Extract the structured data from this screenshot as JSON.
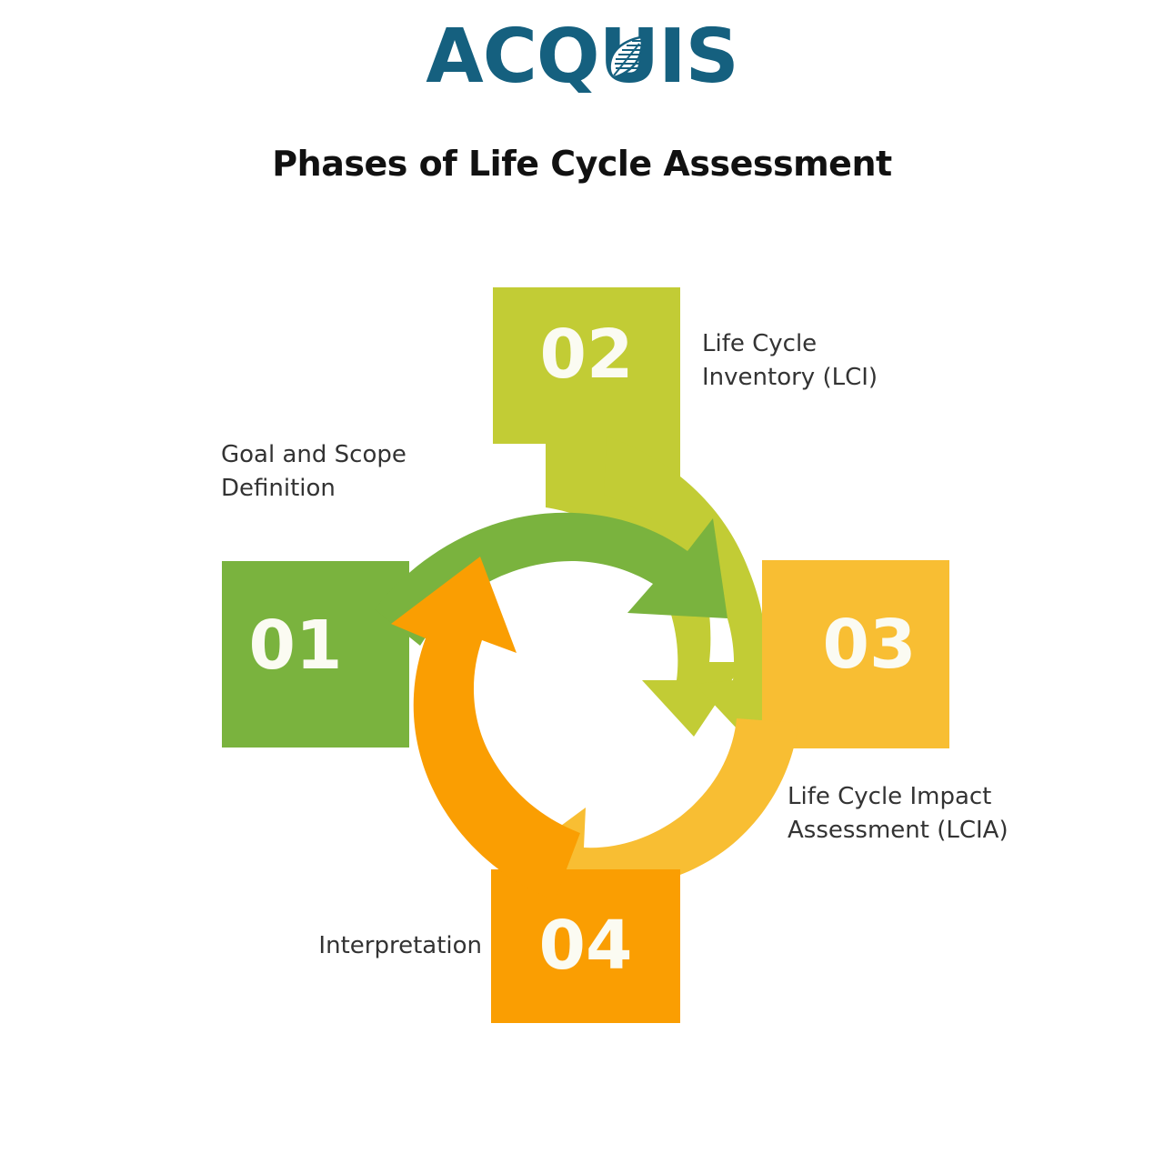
{
  "brand": {
    "name": "ACQUIS",
    "color": "#15607f",
    "leaf_icon": "leaf-icon"
  },
  "page_title": "Phases of Life Cycle Assessment",
  "diagram": {
    "type": "cycle",
    "phases": [
      {
        "number": "01",
        "label": "Goal and Scope\nDefinition",
        "color": "#7ab33e",
        "box_position": "left",
        "label_position": "above-left"
      },
      {
        "number": "02",
        "label": "Life Cycle\nInventory (LCI)",
        "color": "#c2cc35",
        "box_position": "top",
        "label_position": "right"
      },
      {
        "number": "03",
        "label": "Life Cycle Impact\nAssessment (LCIA)",
        "color": "#f8be33",
        "box_position": "right",
        "label_position": "below-right"
      },
      {
        "number": "04",
        "label": "Interpretation",
        "color": "#fa9e02",
        "box_position": "bottom",
        "label_position": "left"
      }
    ]
  }
}
